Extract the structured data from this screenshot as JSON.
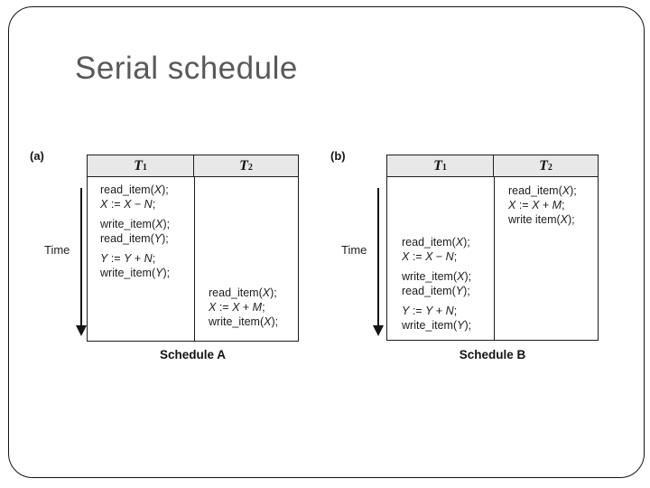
{
  "slide": {
    "title": "Serial schedule"
  },
  "figures": [
    {
      "tag": "(a)",
      "time_label": "Time",
      "caption": "Schedule A",
      "col1": {
        "name": "T",
        "sub": "1"
      },
      "col2": {
        "name": "T",
        "sub": "2"
      },
      "t1_ops": [
        "read_item(X);",
        "X := X − N;",
        "write_item(X);",
        "read_item(Y);",
        "Y := Y + N;",
        "write_item(Y);"
      ],
      "t2_ops": [
        "read_item(X);",
        "X := X + M;",
        "write_item(X);"
      ]
    },
    {
      "tag": "(b)",
      "time_label": "Time",
      "caption": "Schedule B",
      "col1": {
        "name": "T",
        "sub": "1"
      },
      "col2": {
        "name": "T",
        "sub": "2"
      },
      "t2_ops": [
        "read_item(X);",
        "X := X + M;",
        "write item(X);"
      ],
      "t1_ops": [
        "read_item(X);",
        "X := X − N;",
        "write_item(X);",
        "read_item(Y);",
        "Y := Y + N;",
        "write_item(Y);"
      ]
    }
  ]
}
